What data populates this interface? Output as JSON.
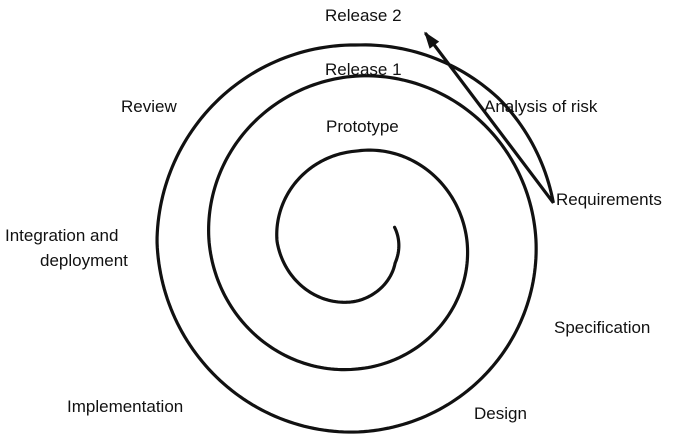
{
  "diagram": {
    "stroke_color": "#111111",
    "background": "#ffffff",
    "labels": {
      "release_2": "Release 2",
      "release_1": "Release 1",
      "prototype": "Prototype",
      "review": "Review",
      "analysis_of_risk": "Analysis of risk",
      "requirements": "Requirements",
      "integration_line1": "Integration and",
      "integration_line2": "deployment",
      "specification": "Specification",
      "implementation": "Implementation",
      "design": "Design"
    }
  }
}
